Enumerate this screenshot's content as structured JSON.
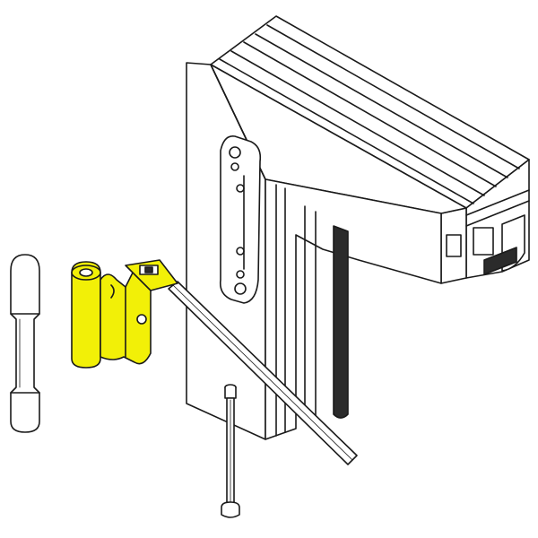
{
  "diagram": {
    "kind": "exploded technical line drawing",
    "colors": {
      "background": "#ffffff",
      "line": "#1a1a1a",
      "part_fill": "#ffffff",
      "highlight_fill": "#f2f007",
      "gasket_fill": "#2b2b2b"
    },
    "parts": [
      {
        "id": "window-frame-profile",
        "highlighted": false
      },
      {
        "id": "hinge-leaf",
        "highlighted": true
      },
      {
        "id": "hinge-cap",
        "highlighted": false
      },
      {
        "id": "hinge-pin",
        "highlighted": false
      },
      {
        "id": "mounting-plate",
        "highlighted": false
      },
      {
        "id": "rubber-gasket",
        "highlighted": false
      },
      {
        "id": "guide-bar",
        "highlighted": false
      }
    ]
  }
}
